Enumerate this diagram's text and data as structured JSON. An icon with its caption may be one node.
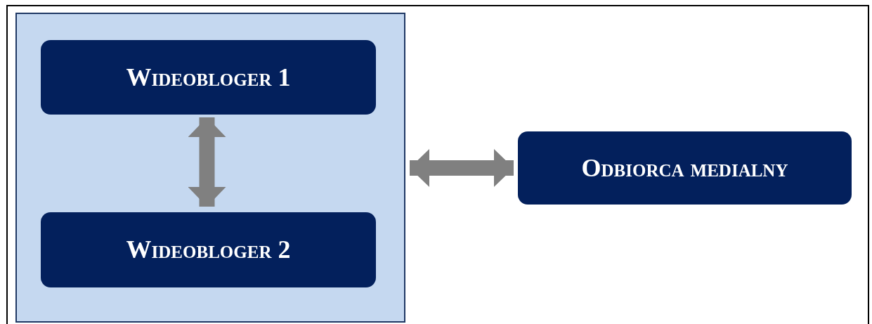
{
  "diagram": {
    "nodes": [
      {
        "text": [],
        "shape": "box"
      },
      {
        "text": [
          "Wideobloger 1"
        ],
        "in": 0
      },
      {
        "text": [
          "Wideobloger 2"
        ],
        "in": 0
      },
      {
        "text": [
          "Odbiorca medialny"
        ]
      }
    ],
    "edges": [
      {
        "from": 1,
        "to": 2,
        "arrow": "both"
      },
      {
        "from": 0,
        "to": 3,
        "arrow": "both"
      }
    ]
  }
}
